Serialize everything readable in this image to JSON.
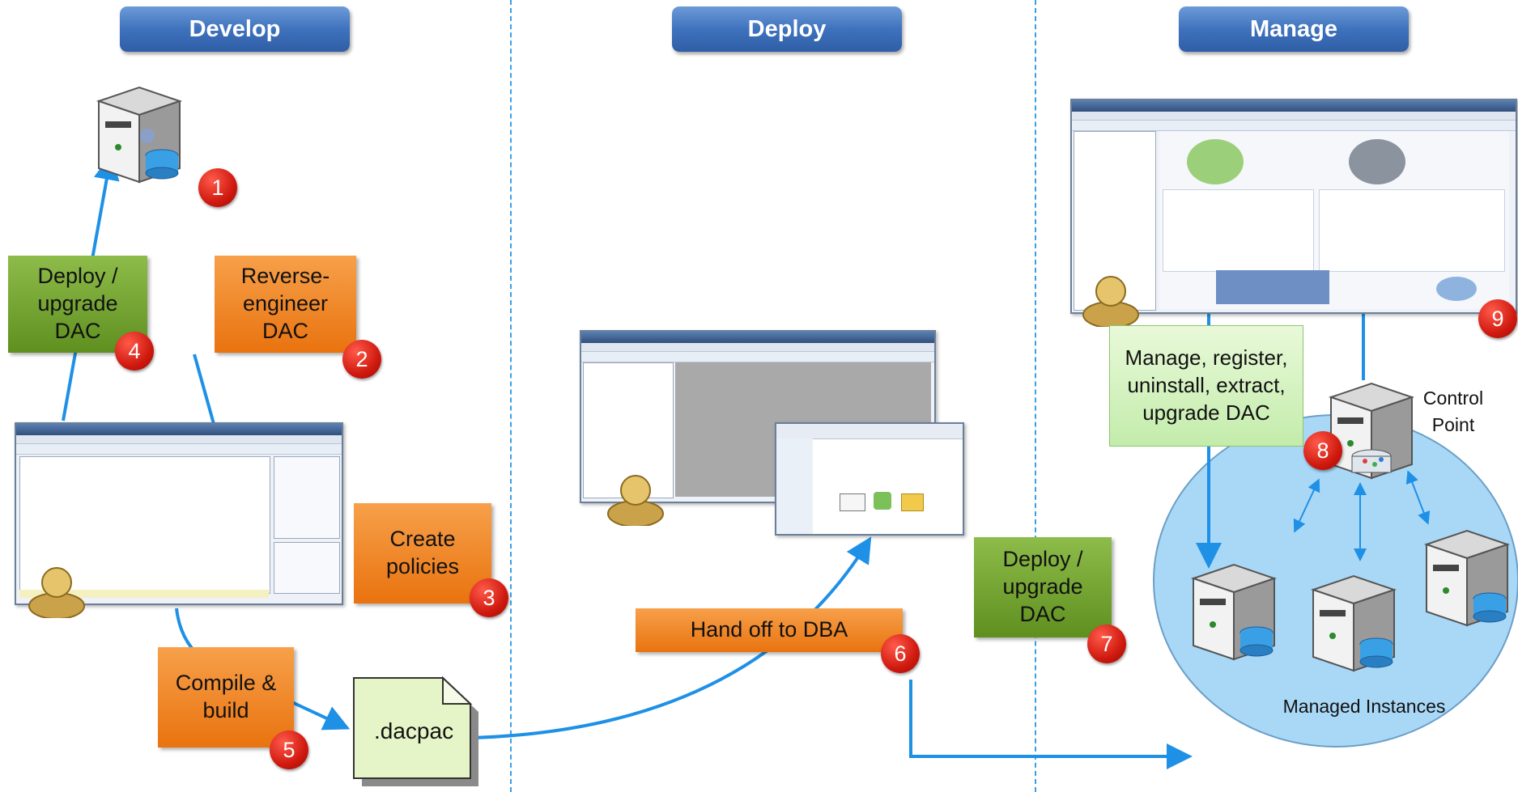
{
  "headers": {
    "develop": "Develop",
    "deploy": "Deploy",
    "manage": "Manage"
  },
  "boxes": {
    "deploy_upgrade_left": "Deploy / upgrade DAC",
    "reverse_engineer": "Reverse-engineer DAC",
    "create_policies": "Create policies",
    "compile_build": "Compile & build",
    "dacpac": ".dacpac",
    "hand_off": "Hand off to DBA",
    "deploy_upgrade_mid": "Deploy / upgrade DAC",
    "manage_register": "Manage, register, uninstall, extract, upgrade DAC"
  },
  "badges": [
    "1",
    "2",
    "3",
    "4",
    "5",
    "6",
    "7",
    "8",
    "9"
  ],
  "labels": {
    "control_point": "Control Point",
    "managed_instances": "Managed Instances"
  },
  "colors": {
    "header_blue": "#3f72bd",
    "step_orange": "#e9730f",
    "step_green": "#5f8f1f",
    "badge_red": "#d01a10",
    "arrow_blue": "#1e90e6",
    "ellipse_blue": "#a9d8f7"
  }
}
